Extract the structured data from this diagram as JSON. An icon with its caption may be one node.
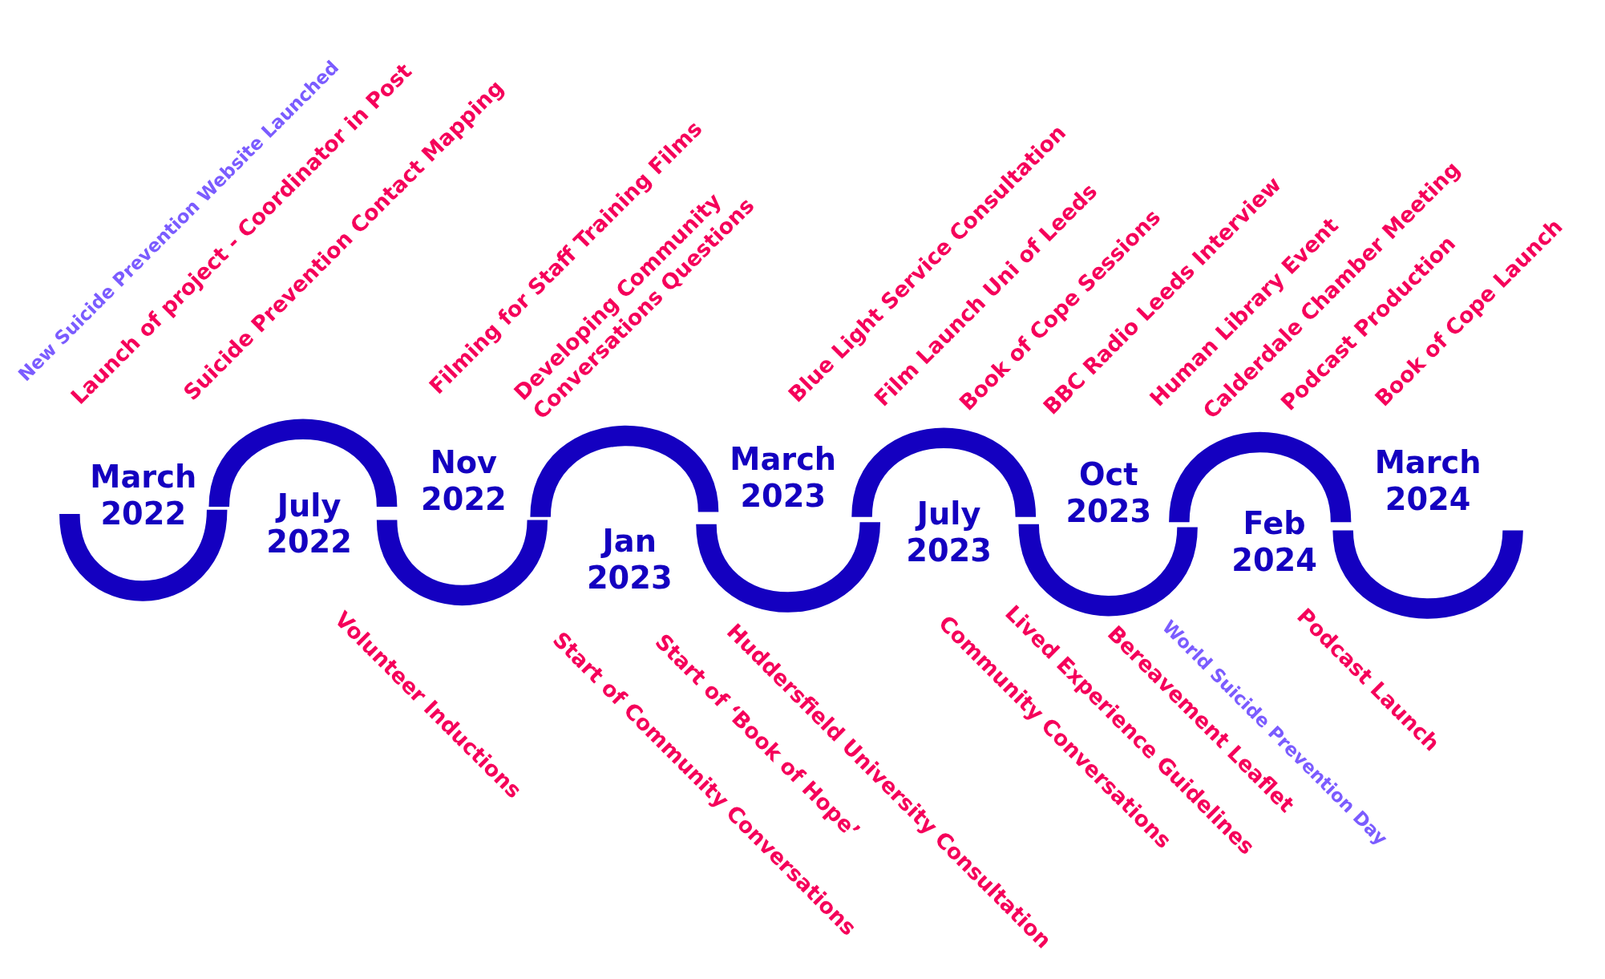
{
  "diagram": {
    "labels": [
      "New Suicide Prevention Website Launched",
      "Launch of project - Coordinator in Post",
      "Suicide Prevention Contact Mapping",
      "Filming for Staff Training Films",
      "Developing Community Conversations Questions",
      "Blue Light Service Consultation",
      "Film Launch Uni of Leeds",
      "Book of Cope Sessions",
      "BBC Radio Leeds Interview",
      "Human Library Event",
      "Calderdale Chamber Meeting",
      "Podcast Production",
      "Book of Cope Launch",
      "March 2022",
      "July 2022",
      "Nov 2022",
      "Jan 2023",
      "March 2023",
      "July 2023",
      "Oct 2023",
      "Feb 2024",
      "March 2024",
      "Volunteer Inductions",
      "Start of Community Conversations",
      "Start of ‘Book of Hope’",
      "Huddersfield University Consultation",
      "Community Conversations",
      "Lived Experience Guidelines",
      "Bereavement Leaflet",
      "World Suicide Prevention Day",
      "Podcast Launch"
    ]
  }
}
